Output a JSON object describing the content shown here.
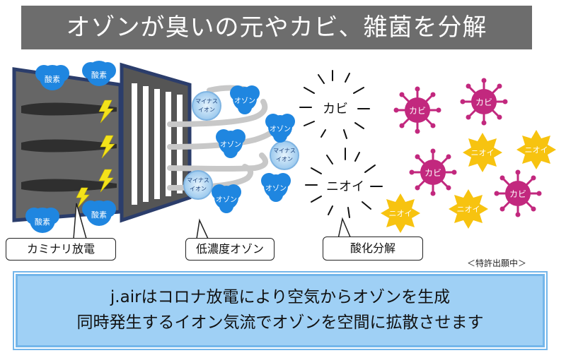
{
  "title": "オゾンが臭いの元やカビ、雑菌を分解",
  "labels": {
    "oxygen": "酸素",
    "minus_ion_line1": "マイナス",
    "minus_ion_line2": "イオン",
    "ozone": "オゾン",
    "mold": "カビ",
    "odor": "ニオイ"
  },
  "callouts": {
    "corona_discharge": "カミナリ放電",
    "low_conc_ozone": "低濃度オゾン",
    "oxidative_decomposition": "酸化分解"
  },
  "patent_note": "＜特許出願中＞",
  "bottom": {
    "line1": "j.airはコロナ放電により空気からオゾンを生成",
    "line2": "同時発生するイオン気流でオゾンを空間に拡散させます"
  },
  "colors": {
    "banner": "#6d6d6d",
    "bubble_blue": "#1f86e0",
    "ion_light": "#a9d3f3",
    "mold_magenta": "#c2287e",
    "odor_yellow": "#f7c310",
    "bolt_yellow": "#f3e21a",
    "box_fill": "#9fd0f5"
  }
}
